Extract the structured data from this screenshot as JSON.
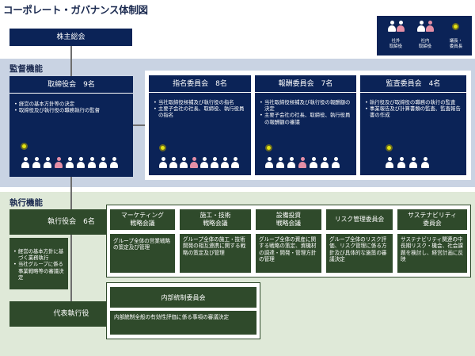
{
  "title": "コーポレート・ガバナンス体制図",
  "legend": {
    "outside_label": "社外\n取締役",
    "inside_label": "社内\n取締役",
    "chair_label": "議長・\n委員長"
  },
  "shareholders": "株主総会",
  "supervision": {
    "label": "監督機能",
    "board": {
      "title": "取締役会　9名",
      "bullets": [
        "経営の基本方針等の決定",
        "取締役及び執行役の職務執行の監督"
      ]
    },
    "committees": [
      {
        "title": "指名委員会　8名",
        "bullets": [
          "当社取締役候補及び執行役の指名",
          "主要子会社の社長、取締役、執行役員の指名"
        ]
      },
      {
        "title": "報酬委員会　7名",
        "bullets": [
          "当社取締役候補及び執行役の報酬額の決定",
          "主要子会社の社長、取締役、執行役員の報酬額の審議"
        ]
      },
      {
        "title": "監査委員会　4名",
        "bullets": [
          "執行役及び取締役の職務の執行の監査",
          "事業報告及び計算書類の監査、監査報告書の作成"
        ]
      }
    ]
  },
  "execution": {
    "label": "執行機能",
    "officers": {
      "title": "執行役会　6名",
      "bullets": [
        "経営の基本方針に基づく業務執行",
        "当社グループに係る事業戦略等の審議決定"
      ]
    },
    "ceo": "代表執行役",
    "meetings": [
      {
        "title": "マーケティング\n戦略会議",
        "desc": "グループ全体の営業戦略の策定及び管理"
      },
      {
        "title": "施工・技術\n戦略会議",
        "desc": "グループ全体の施工・技術開発の相互連携に関する戦略の策定及び管理"
      },
      {
        "title": "設備投資\n戦略会議",
        "desc": "グループ全体の資産に関する戦略の策定、資機材の調達・開発・管理方針の管理"
      },
      {
        "title": "リスク管理委員会",
        "desc": "グループ全体のリスク評価、リスク管理に係る方針及び具体的な施策の審議決定"
      },
      {
        "title": "サステナビリティ\n委員会",
        "desc": "サステナビリティ関連の中長期リスク・機会、社会課題を検討し、経営計画に反映"
      }
    ],
    "internal_control": {
      "title": "内部統制委員会",
      "desc": "内部統制全般の有効性評価に係る事項の審議決定"
    }
  }
}
